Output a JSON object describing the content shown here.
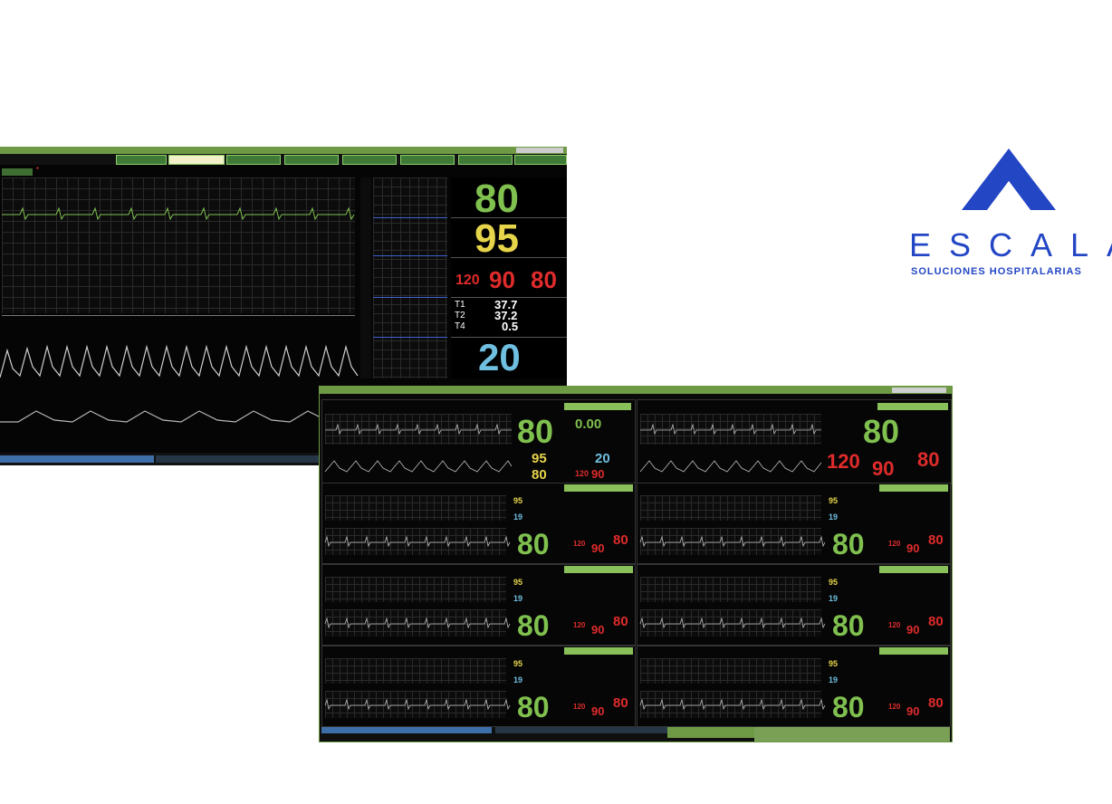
{
  "logo": {
    "brand": "ESCALA",
    "tagline": "SOLUCIONES HOSPITALARIAS",
    "color": "#2346c5"
  },
  "monitor_single": {
    "tabs": [
      "",
      "",
      "",
      "",
      "",
      "",
      "",
      ""
    ],
    "selected_tab_index": 1,
    "hr": "80",
    "spo2": "95",
    "nibp_sys": "120",
    "nibp_dia": "90",
    "nibp_map": "80",
    "temp_labels": [
      "T1",
      "T2",
      "T4"
    ],
    "temp_values": [
      "37.7",
      "37.2",
      "0.5"
    ],
    "resp": "20"
  },
  "monitor_central": {
    "bed1": {
      "hr": "80",
      "spo2": "95",
      "pr": "80",
      "co2": "0.00",
      "resp": "20",
      "nibp": [
        "120",
        "90"
      ]
    },
    "bed2": {
      "hr": "80",
      "nibp": [
        "120",
        "90",
        "80"
      ]
    },
    "small_beds": [
      {
        "hr": "80",
        "nibp": [
          "120",
          "90",
          "80"
        ],
        "spo2": "95",
        "resp": "19"
      },
      {
        "hr": "80",
        "nibp": [
          "120",
          "90",
          "80"
        ],
        "spo2": "95",
        "resp": "19"
      },
      {
        "hr": "80",
        "nibp": [
          "120",
          "90",
          "80"
        ],
        "spo2": "95",
        "resp": "19"
      },
      {
        "hr": "80",
        "nibp": [
          "120",
          "90",
          "80"
        ],
        "spo2": "95",
        "resp": "19"
      },
      {
        "hr": "80",
        "nibp": [
          "120",
          "90",
          "80"
        ],
        "spo2": "95",
        "resp": "19"
      },
      {
        "hr": "80",
        "nibp": [
          "120",
          "90",
          "80"
        ],
        "spo2": "95",
        "resp": "19"
      }
    ]
  },
  "colors": {
    "hr": "#7fc04f",
    "spo2": "#e6d44a",
    "nibp": "#e02b2b",
    "resp": "#6fbfe0",
    "frame_green": "#6e9a46"
  }
}
